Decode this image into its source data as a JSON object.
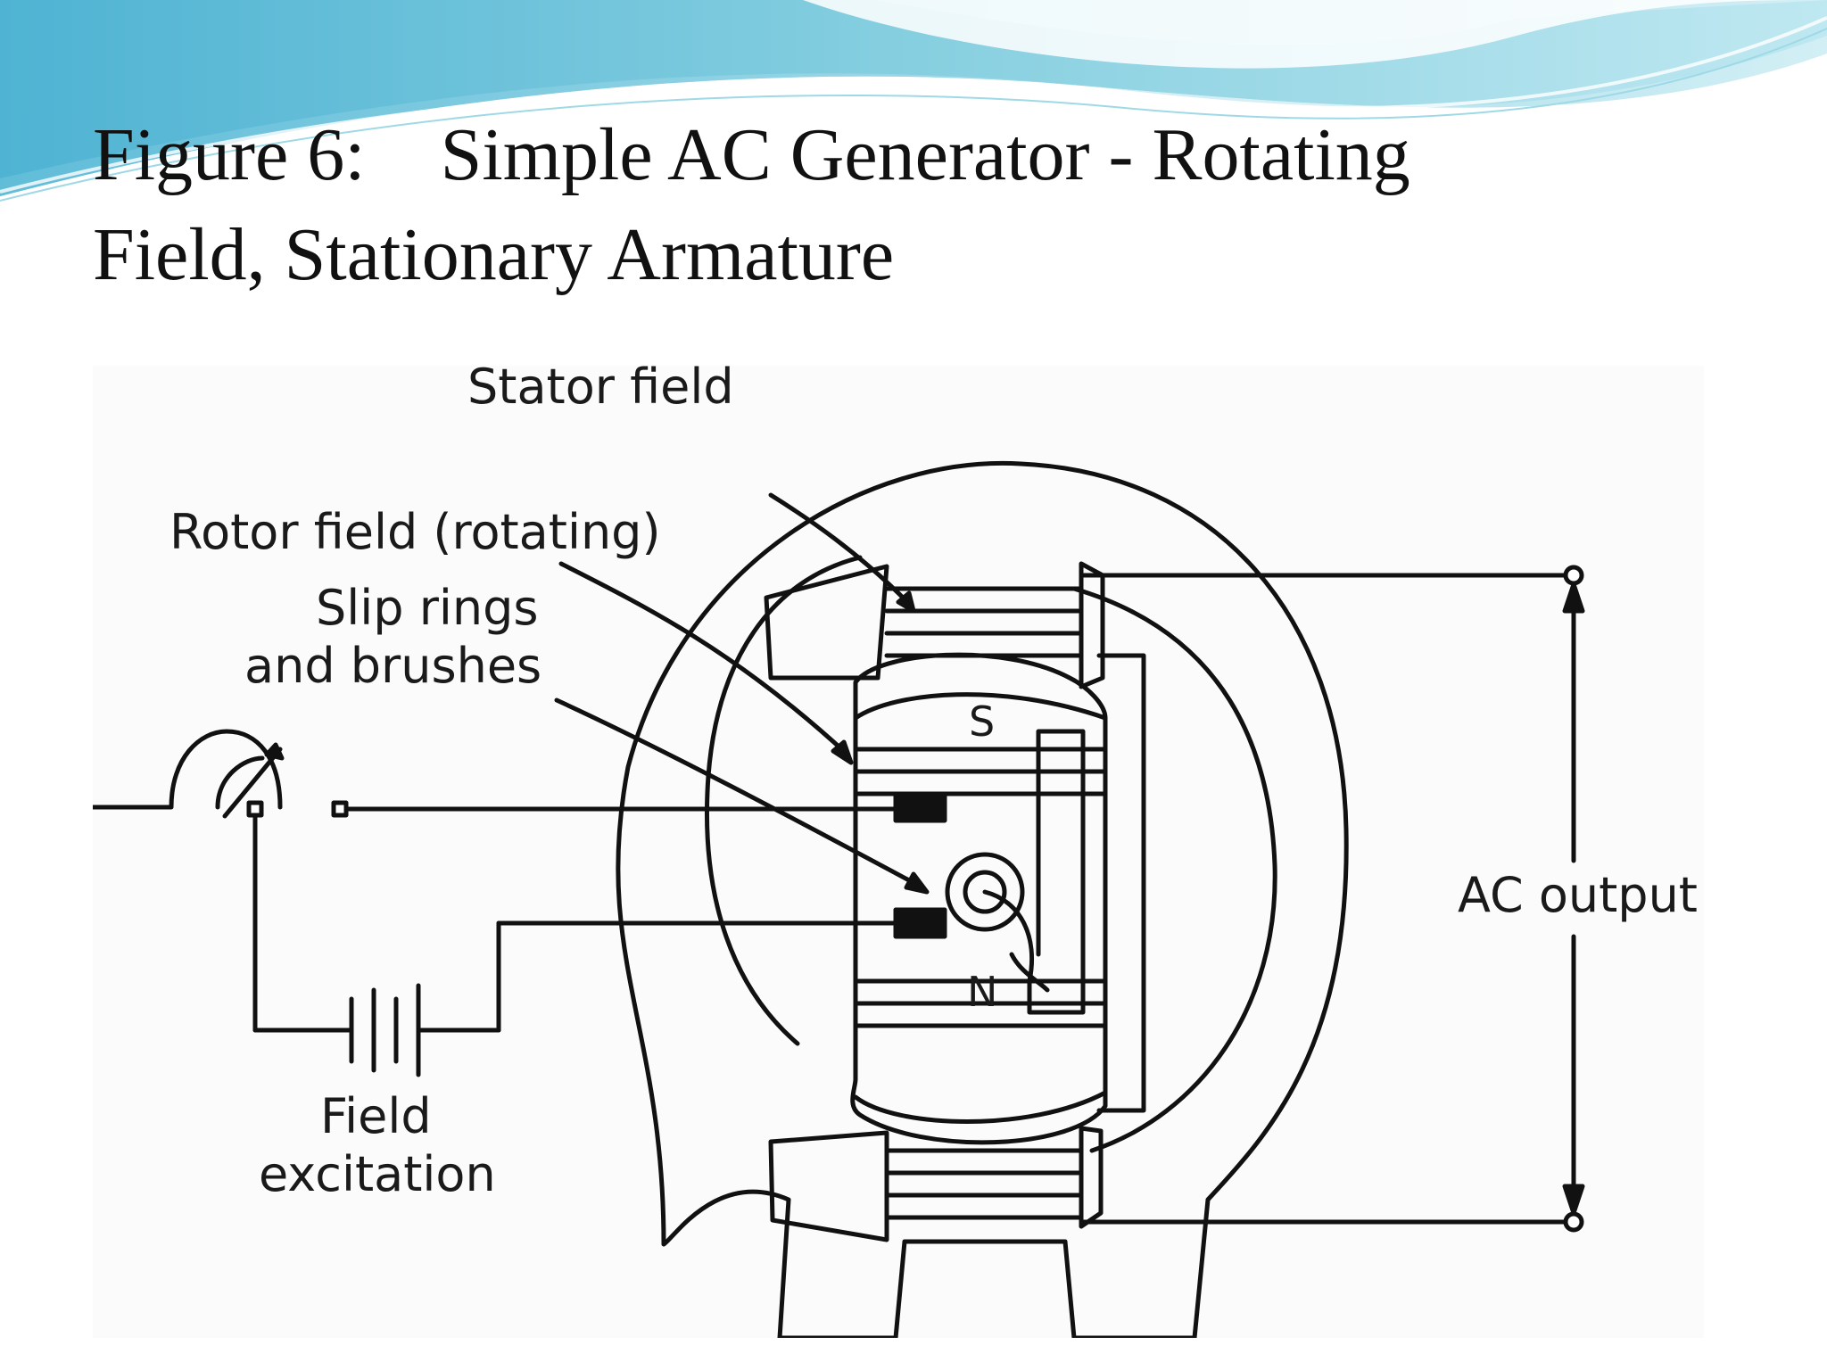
{
  "slide": {
    "title_line1": "Figure 6:    Simple AC Generator - Rotating",
    "title_line2": "Field, Stationary Armature",
    "accent_colors": [
      "#5fb6d6",
      "#8fd3e3",
      "#c7ecf3"
    ]
  },
  "diagram": {
    "labels": {
      "stator_field": "Stator field",
      "rotor_field": "Rotor field (rotating)",
      "slip_rings_line1": "Slip rings",
      "slip_rings_line2": "and brushes",
      "ac_output": "AC output",
      "field_excitation_line1": "Field",
      "field_excitation_line2": "excitation",
      "pole_south": "S",
      "pole_north": "N"
    }
  }
}
